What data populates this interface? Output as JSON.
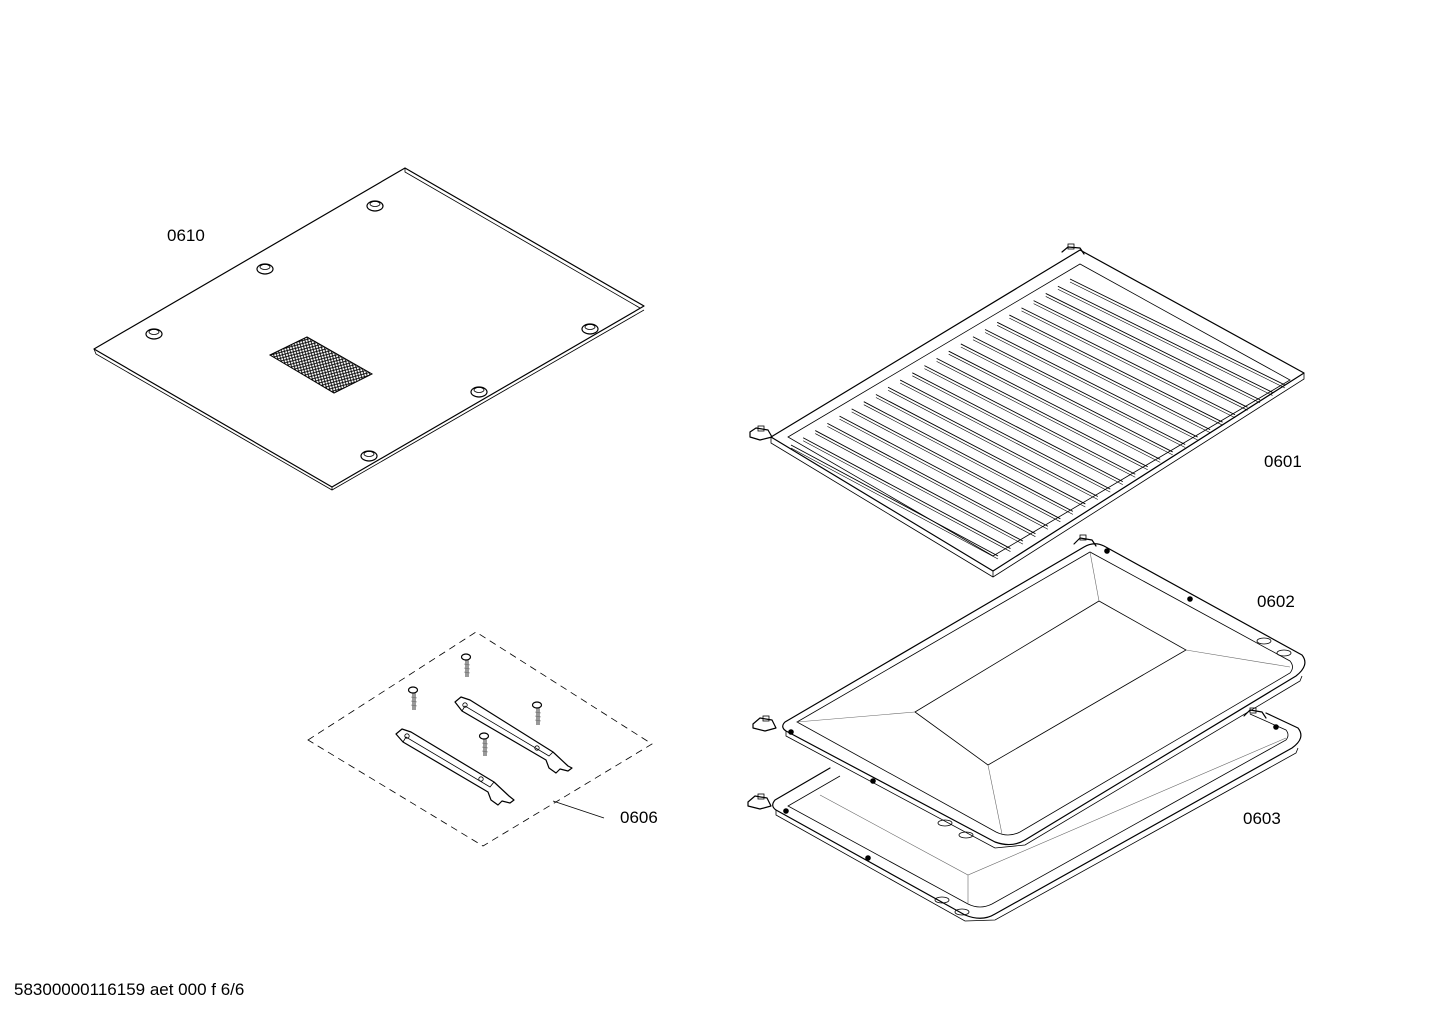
{
  "labels": {
    "panel": "0610",
    "grill_rack": "0601",
    "tray_deep": "0602",
    "tray_flat": "0603",
    "rail_kit": "0606"
  },
  "footer": {
    "text": "58300000116159 aet 000 f 6/6"
  }
}
